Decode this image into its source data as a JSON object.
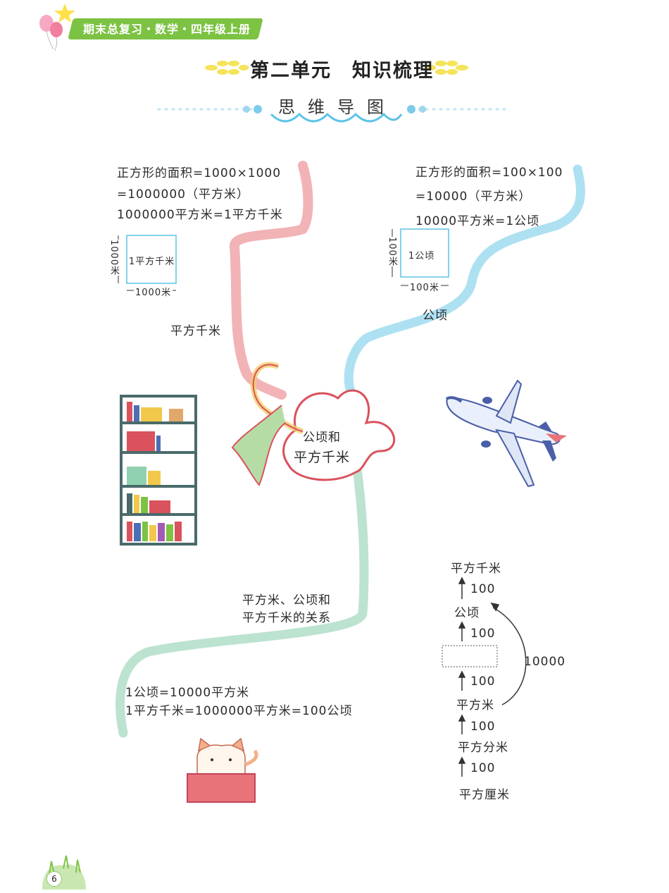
{
  "header": {
    "banner": "期末总复习・数学・四年级上册",
    "title": "第二单元　知识梳理",
    "subtitle": "思维导图"
  },
  "center": {
    "line1": "公顷和",
    "line2": "平方千米"
  },
  "branch_km2": {
    "label": "平方千米",
    "formula1": "正方形的面积=1000×1000",
    "formula2": "=1000000（平方米）",
    "formula3": "1000000平方米=1平方千米",
    "square_label": "1平方千米",
    "side_h": "1000米",
    "side_v": "1000米"
  },
  "branch_ha": {
    "label": "公顷",
    "formula1": "正方形的面积=100×100",
    "formula2": "=10000（平方米）",
    "formula3": "10000平方米=1公顷",
    "square_label": "1公顷",
    "side_h": "100米",
    "side_v": "100米"
  },
  "branch_relation": {
    "label1": "平方米、公顷和",
    "label2": "平方千米的关系",
    "fact1": "1公顷=10000平方米",
    "fact2": "1平方千米=1000000平方米=100公顷"
  },
  "ladder": {
    "units": [
      "平方千米",
      "公顷",
      "平方米",
      "平方分米",
      "平方厘米"
    ],
    "rate": "100",
    "skip": "10000"
  },
  "footer": {
    "page": "6"
  },
  "colors": {
    "banner": "#7cc243",
    "red_branch": "#e8747a",
    "blue_branch": "#5cc3e6",
    "green_branch": "#8fd1b0",
    "yellow_deco": "#f5e35a"
  }
}
